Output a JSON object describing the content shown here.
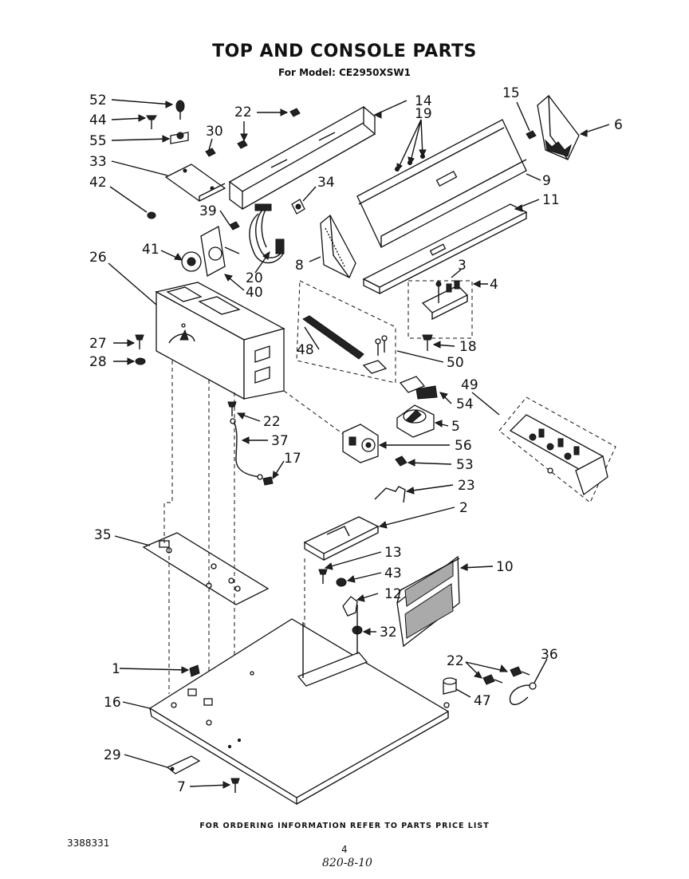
{
  "header": {
    "title": "TOP AND CONSOLE PARTS",
    "subtitle": "For Model: CE2950XSW1"
  },
  "footer": {
    "ordering_note": "FOR ORDERING INFORMATION REFER TO PARTS PRICE LIST",
    "document_number": "3388331",
    "page_number": "4",
    "handwritten_note": "820-8-10"
  },
  "callouts": [
    {
      "id": "c52",
      "number": "52"
    },
    {
      "id": "c44",
      "number": "44"
    },
    {
      "id": "c55",
      "number": "55"
    },
    {
      "id": "c33",
      "number": "33"
    },
    {
      "id": "c42",
      "number": "42"
    },
    {
      "id": "c22a",
      "number": "22"
    },
    {
      "id": "c30",
      "number": "30"
    },
    {
      "id": "c14",
      "number": "14"
    },
    {
      "id": "c19",
      "number": "19"
    },
    {
      "id": "c15",
      "number": "15"
    },
    {
      "id": "c6",
      "number": "6"
    },
    {
      "id": "c34",
      "number": "34"
    },
    {
      "id": "c9",
      "number": "9"
    },
    {
      "id": "c11",
      "number": "11"
    },
    {
      "id": "c39",
      "number": "39"
    },
    {
      "id": "c41",
      "number": "41"
    },
    {
      "id": "c8",
      "number": "8"
    },
    {
      "id": "c3",
      "number": "3"
    },
    {
      "id": "c4",
      "number": "4"
    },
    {
      "id": "c20",
      "number": "20"
    },
    {
      "id": "c40",
      "number": "40"
    },
    {
      "id": "c26",
      "number": "26"
    },
    {
      "id": "c27",
      "number": "27"
    },
    {
      "id": "c18",
      "number": "18"
    },
    {
      "id": "c48",
      "number": "48"
    },
    {
      "id": "c28",
      "number": "28"
    },
    {
      "id": "c50",
      "number": "50"
    },
    {
      "id": "c49",
      "number": "49"
    },
    {
      "id": "c54",
      "number": "54"
    },
    {
      "id": "c22b",
      "number": "22"
    },
    {
      "id": "c5",
      "number": "5"
    },
    {
      "id": "c37",
      "number": "37"
    },
    {
      "id": "c56",
      "number": "56"
    },
    {
      "id": "c17",
      "number": "17"
    },
    {
      "id": "c53",
      "number": "53"
    },
    {
      "id": "c23",
      "number": "23"
    },
    {
      "id": "c2",
      "number": "2"
    },
    {
      "id": "c35",
      "number": "35"
    },
    {
      "id": "c13",
      "number": "13"
    },
    {
      "id": "c10",
      "number": "10"
    },
    {
      "id": "c43",
      "number": "43"
    },
    {
      "id": "c12",
      "number": "12"
    },
    {
      "id": "c32",
      "number": "32"
    },
    {
      "id": "c36",
      "number": "36"
    },
    {
      "id": "c1",
      "number": "1"
    },
    {
      "id": "c22c",
      "number": "22"
    },
    {
      "id": "c16",
      "number": "16"
    },
    {
      "id": "c47",
      "number": "47"
    },
    {
      "id": "c29",
      "number": "29"
    },
    {
      "id": "c7",
      "number": "7"
    }
  ]
}
